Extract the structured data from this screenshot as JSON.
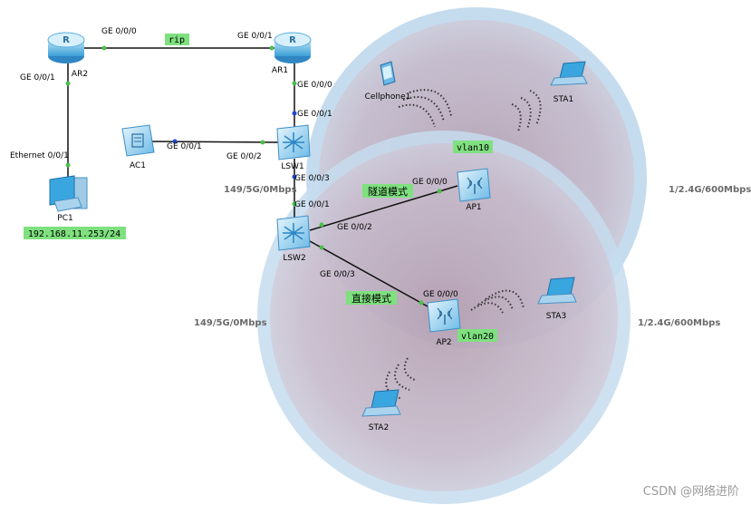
{
  "devices": {
    "ar2": "AR2",
    "ar1": "AR1",
    "pc1": "PC1",
    "ac1": "AC1",
    "lsw1": "LSW1",
    "lsw2": "LSW2",
    "ap1": "AP1",
    "ap2": "AP2",
    "cellphone1": "Cellphone1",
    "sta1": "STA1",
    "sta2": "STA2",
    "sta3": "STA3"
  },
  "ports": {
    "ar2_ge000": "GE 0/0/0",
    "ar2_ge001": "GE 0/0/1",
    "ar1_ge001": "GE 0/0/1",
    "ar1_ge000": "GE 0/0/0",
    "pc1_eth": "Ethernet 0/0/1",
    "ac1_ge001": "GE 0/0/1",
    "lsw1_ge001": "GE 0/0/1",
    "lsw1_ge002": "GE 0/0/2",
    "lsw1_ge003": "GE 0/0/3",
    "lsw2_ge001": "GE 0/0/1",
    "lsw2_ge002": "GE 0/0/2",
    "lsw2_ge003": "GE 0/0/3",
    "ap1_ge000": "GE 0/0/0",
    "ap2_ge000": "GE 0/0/0"
  },
  "tags": {
    "rip": "rip",
    "pc_ip": "192.168.11.253/24",
    "vlan10": "vlan10",
    "vlan20": "vlan20",
    "tunnel_mode": "隧道模式",
    "direct_mode": "直接模式"
  },
  "rates": {
    "ap1_5g": "149/5G/0Mbps",
    "ap1_24g": "1/2.4G/600Mbps",
    "ap2_5g": "149/5G/0Mbps",
    "ap2_24g": "1/2.4G/600Mbps"
  },
  "watermark": "CSDN @网络进阶",
  "colors": {
    "tag_green": "#7fe07f",
    "link_black": "#111111",
    "coverage_fill": "#b98a9a",
    "coverage_ring": "#c5dcee",
    "port_green": "#4cbf4c",
    "port_blue": "#2244cc"
  }
}
